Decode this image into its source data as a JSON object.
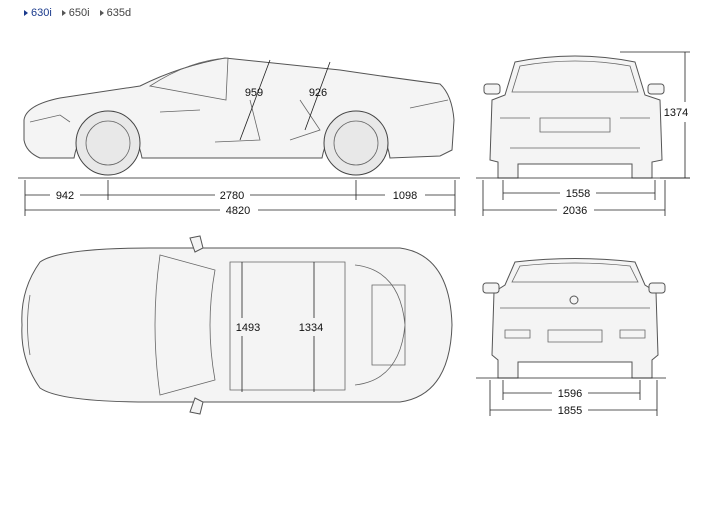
{
  "tabs": [
    {
      "label": "630i",
      "active": true
    },
    {
      "label": "650i",
      "active": false
    },
    {
      "label": "635d",
      "active": false
    }
  ],
  "colors": {
    "active_tab": "#1a3a8c",
    "inactive_tab": "#444444"
  },
  "side_view": {
    "front_overhang": "942",
    "wheelbase": "2780",
    "rear_overhang": "1098",
    "length": "4820",
    "front_headroom": "959",
    "rear_headroom": "926"
  },
  "front_view": {
    "height": "1374",
    "front_track": "1558",
    "width_with_mirrors": "2036"
  },
  "top_view": {
    "front_interior_width": "1493",
    "rear_interior_width": "1334"
  },
  "rear_view": {
    "rear_track": "1596",
    "width": "1855"
  }
}
